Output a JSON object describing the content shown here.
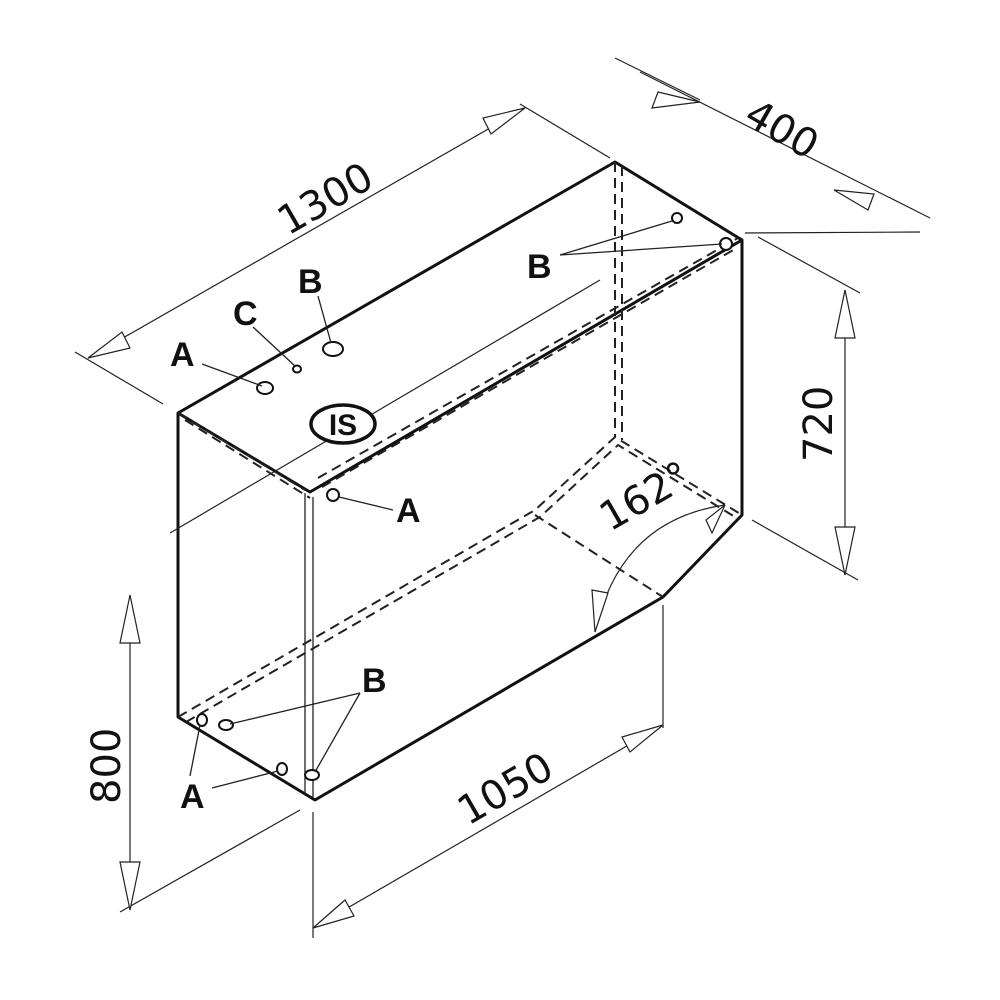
{
  "dimensions": {
    "length": "1300",
    "depth": "400",
    "height_back": "720",
    "height_front": "800",
    "bottom_length": "1050",
    "angle": "162°"
  },
  "port_labels": {
    "a_top": "A",
    "c_top": "C",
    "b_top": "B",
    "b_top_right": "B",
    "a_front": "A",
    "b_bottom": "B",
    "a_bottom": "A"
  },
  "logo": {
    "text": "IS"
  }
}
